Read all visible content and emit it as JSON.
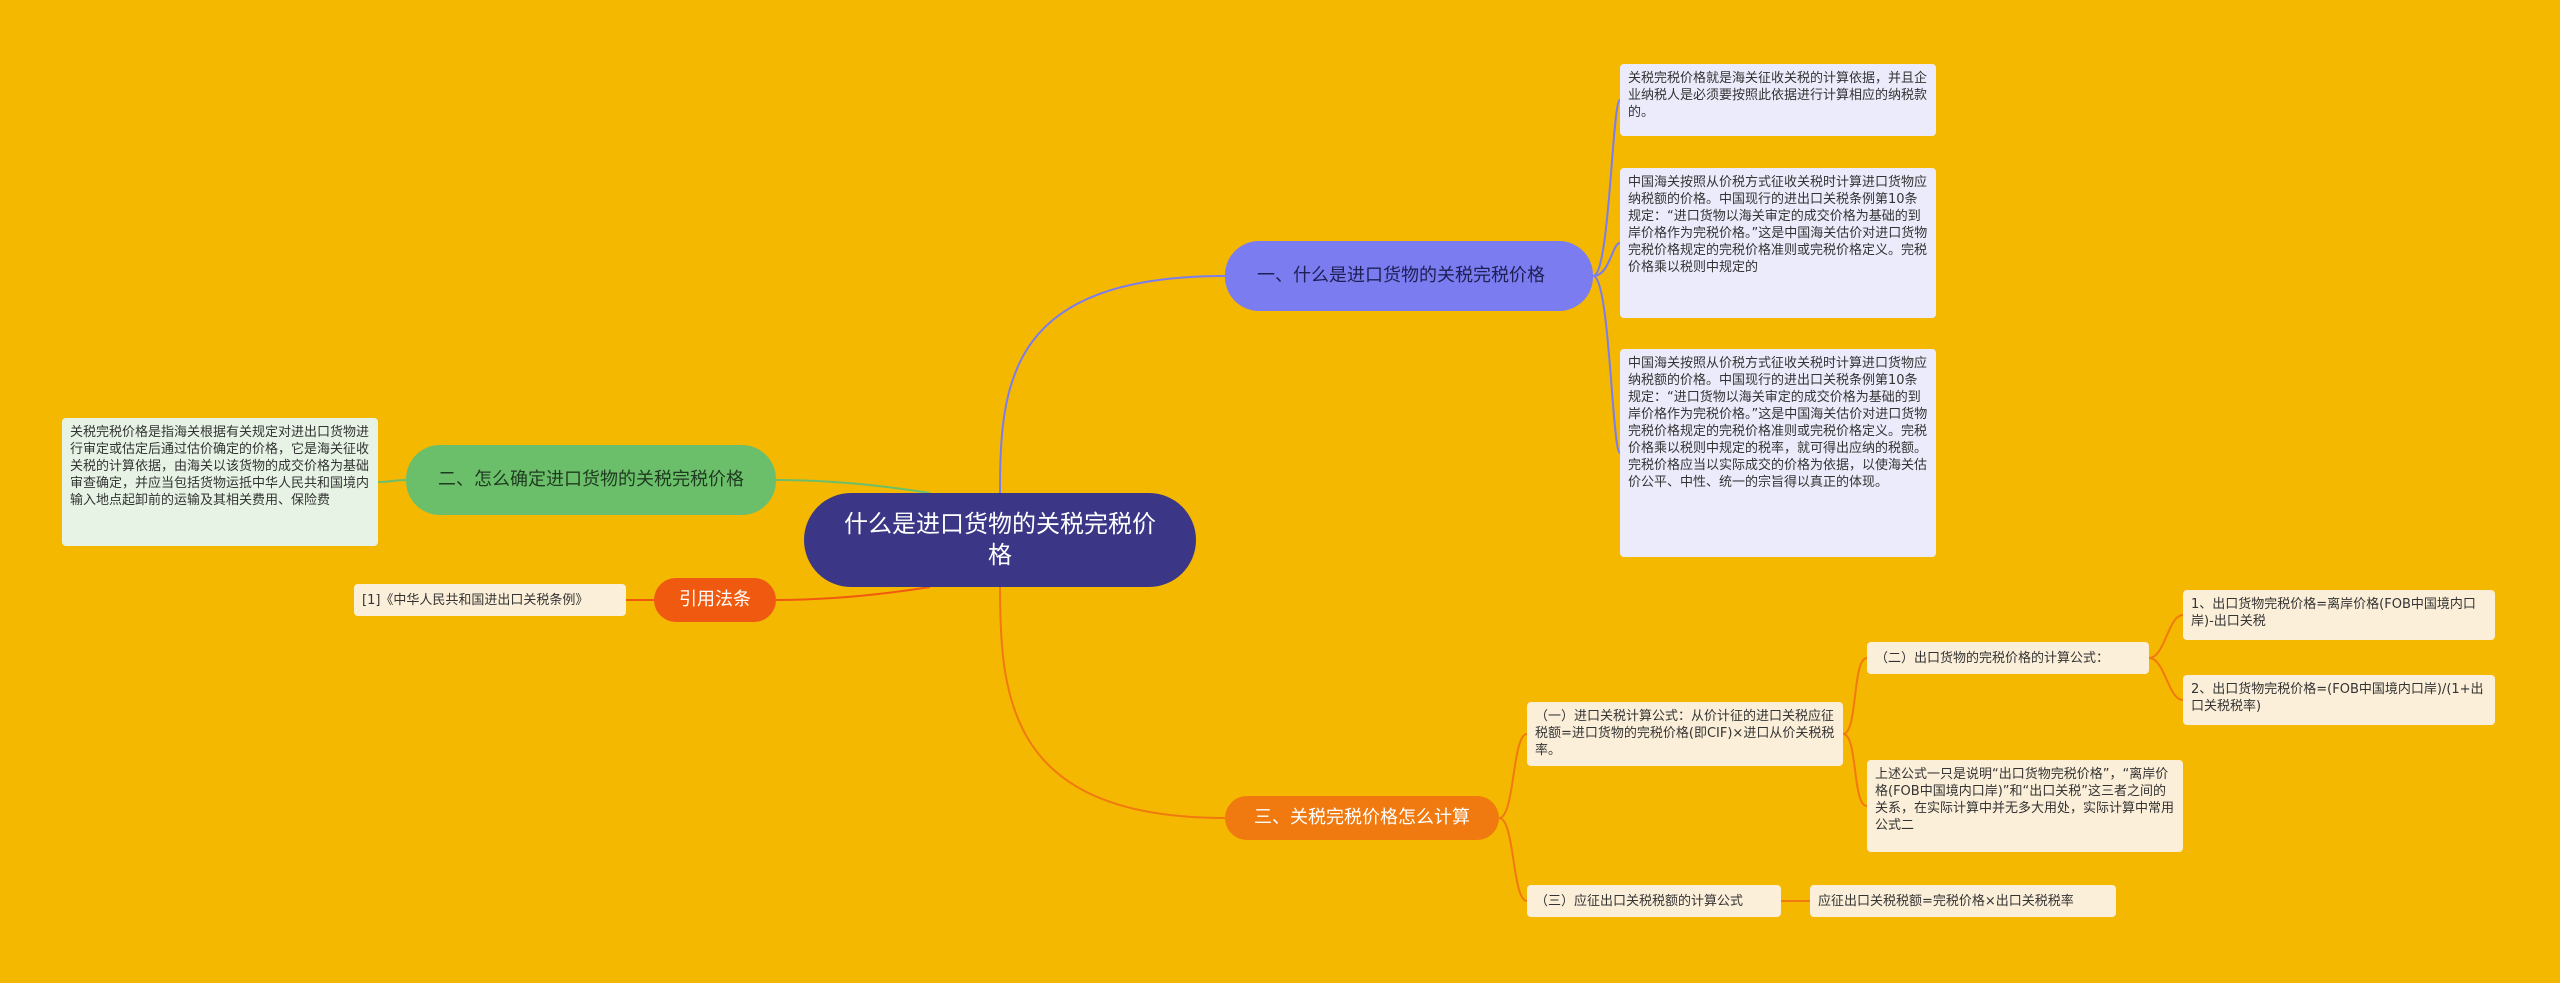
{
  "root": {
    "label": "什么是进口货物的关税完税价格"
  },
  "branches": {
    "b1": {
      "label": "一、什么是进口货物的关税完税价格",
      "leaves": [
        "关税完税价格就是海关征收关税的计算依据，并且企业纳税人是必须要按照此依据进行计算相应的纳税款的。",
        "中国海关按照从价税方式征收关税时计算进口货物应纳税额的价格。中国现行的进出口关税条例第10条规定：“进口货物以海关审定的成交价格为基础的到岸价格作为完税价格。”这是中国海关估价对进口货物完税价格规定的完税价格准则或完税价格定义。完税价格乘以税则中规定的",
        "中国海关按照从价税方式征收关税时计算进口货物应纳税额的价格。中国现行的进出口关税条例第10条规定：“进口货物以海关审定的成交价格为基础的到岸价格作为完税价格。”这是中国海关估价对进口货物完税价格规定的完税价格准则或完税价格定义。完税价格乘以税则中规定的税率，就可得出应纳的税额。完税价格应当以实际成交的价格为依据，以使海关估价公平、中性、统一的宗旨得以真正的体现。"
      ]
    },
    "b2": {
      "label": "二、怎么确定进口货物的关税完税价格",
      "leaf": "关税完税价格是指海关根据有关规定对进出口货物进行审定或估定后通过估价确定的价格，它是海关征收关税的计算依据，由海关以该货物的成交价格为基础审查确定，并应当包括货物运抵中华人民共和国境内输入地点起卸前的运输及其相关费用、保险费"
    },
    "b3": {
      "label": "三、关税完税价格怎么计算",
      "sub1": "（一）进口关税计算公式：从价计征的进口关税应征税额=进口货物的完税价格(即CIF)×进口从价关税税率。",
      "sub2": "（三）应征出口关税税额的计算公式",
      "sub3": "（二）出口货物的完税价格的计算公式：",
      "sub4": "上述公式一只是说明“出口货物完税价格”，“离岸价格(FOB中国境内口岸)”和“出口关税”这三者之间的关系，在实际计算中并无多大用处，实际计算中常用公式二",
      "sub5": "应征出口关税税额=完税价格×出口关税税率",
      "t1": "1、出口货物完税价格=离岸价格(FOB中国境内口岸)-出口关税",
      "t2": "2、出口货物完税价格=(FOB中国境内口岸)/(1+出口关税税率)"
    },
    "b4": {
      "label": "引用法条",
      "leaf": "[1]《中华人民共和国进出口关税条例》"
    }
  },
  "colors": {
    "background": "#F5B800",
    "root": "#3B3786",
    "branch1": "#7A7CF0",
    "branch2": "#6BBF6B",
    "branch3": "#F07A10",
    "branch4": "#F05A10"
  }
}
